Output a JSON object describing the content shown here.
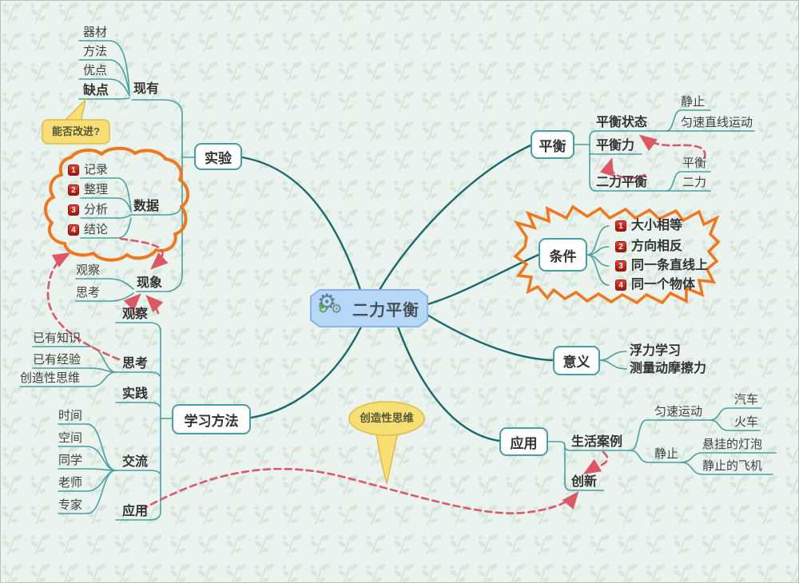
{
  "center": {
    "label": "二力平衡",
    "icon": "gears-icon"
  },
  "badges": [
    "1",
    "2",
    "3",
    "4"
  ],
  "branches": {
    "experiment": {
      "label": "实验",
      "existing": {
        "label": "现有",
        "items": [
          "器材",
          "方法",
          "优点",
          "缺点"
        ]
      },
      "data": {
        "label": "数据",
        "items": [
          "记录",
          "整理",
          "分析",
          "结论"
        ]
      },
      "phenomenon": {
        "label": "现象",
        "items": [
          "观察",
          "思考"
        ]
      }
    },
    "balance": {
      "label": "平衡",
      "state": {
        "label": "平衡状态",
        "items": [
          "静止",
          "匀速直线运动"
        ]
      },
      "force": {
        "label": "平衡力"
      },
      "two_force": {
        "label": "二力平衡",
        "items": [
          "平衡",
          "二力"
        ]
      }
    },
    "conditions": {
      "label": "条件",
      "items": [
        "大小相等",
        "方向相反",
        "同一条直线上",
        "同一个物体"
      ]
    },
    "significance": {
      "label": "意义",
      "items": [
        "浮力学习",
        "测量动摩擦力"
      ]
    },
    "application": {
      "label": "应用",
      "cases": {
        "label": "生活案例",
        "uniform": {
          "label": "匀速运动",
          "items": [
            "汽车",
            "火车"
          ]
        },
        "static": {
          "label": "静止",
          "items": [
            "悬挂的灯泡",
            "静止的飞机"
          ]
        }
      },
      "innovation": {
        "label": "创新"
      }
    },
    "method": {
      "label": "学习方法",
      "observe": {
        "label": "观察"
      },
      "think": {
        "label": "思考",
        "items": [
          "已有知识",
          "已有经验",
          "创造性思维"
        ]
      },
      "practice": {
        "label": "实践"
      },
      "communicate": {
        "label": "交流",
        "items": [
          "时间",
          "空间",
          "同学",
          "老师",
          "专家"
        ]
      },
      "apply": {
        "label": "应用"
      }
    }
  },
  "callouts": {
    "improve": {
      "label": "能否改进?"
    },
    "creative": {
      "label": "创造性思维"
    }
  },
  "colors": {
    "background": "#ebf3ee",
    "branch_line": "#17696b",
    "child_line": "#49a0a0",
    "node_border": "#45a0a3",
    "boundary_orange": "#f1771c",
    "relation_red": "#dd5866",
    "callout_yellow": "#f8df73",
    "center_fill": "#b7d7f8",
    "badge_red": "#c22417"
  }
}
